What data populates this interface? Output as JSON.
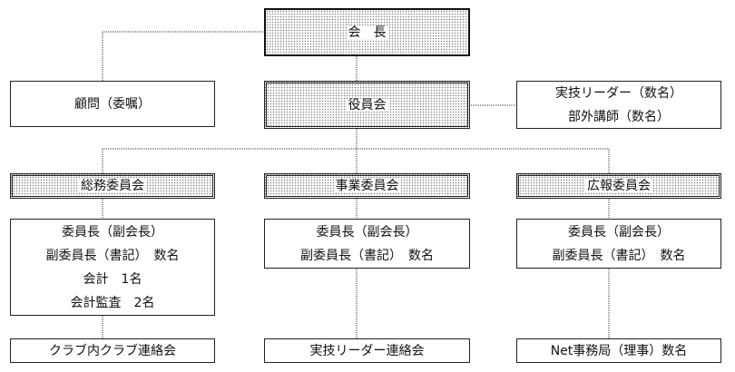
{
  "chairman": "会　長",
  "advisor": "顧問（委嘱）",
  "board": "役員会",
  "instructors": [
    "実技リーダー（数名）",
    "部外講師（数名）"
  ],
  "committees": [
    {
      "name": "総務委員会",
      "members": [
        "委員長（副会長）",
        "副委員長（書記）　数名",
        "会計　1名",
        "会計監査　2名"
      ],
      "bottom": "クラブ内クラブ連絡会"
    },
    {
      "name": "事業委員会",
      "members": [
        "委員長（副会長）",
        "副委員長（書記）　数名"
      ],
      "bottom": "実技リーダー連絡会"
    },
    {
      "name": "広報委員会",
      "members": [
        "委員長（副会長）",
        "副委員長（書記）　数名"
      ],
      "bottom": "Net事務局（理事）数名"
    }
  ]
}
